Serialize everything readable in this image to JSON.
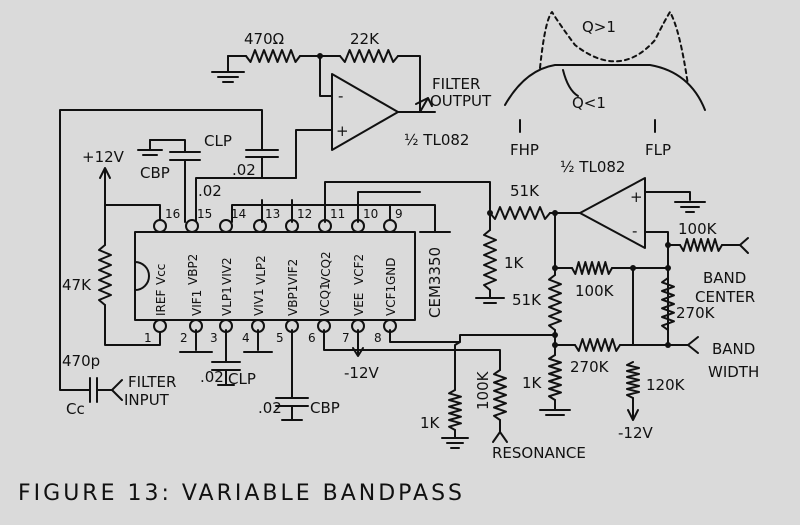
{
  "caption": "FIGURE 13: VARIABLE BANDPASS",
  "ic": {
    "part": "CEM3350",
    "top_pins": [
      {
        "num": "16",
        "name": "Vcc"
      },
      {
        "num": "15",
        "name": "VBP2"
      },
      {
        "num": "14",
        "name": "VIV2"
      },
      {
        "num": "13",
        "name": "VLP2"
      },
      {
        "num": "12",
        "name": "VIF2"
      },
      {
        "num": "11",
        "name": "VCQ2"
      },
      {
        "num": "10",
        "name": "VCF2"
      },
      {
        "num": "9",
        "name": "GND"
      }
    ],
    "bottom_pins": [
      {
        "num": "1",
        "name": "IREF"
      },
      {
        "num": "2",
        "name": "VIF1"
      },
      {
        "num": "3",
        "name": "VLP1"
      },
      {
        "num": "4",
        "name": "VIV1"
      },
      {
        "num": "5",
        "name": "VBP1"
      },
      {
        "num": "6",
        "name": "VCQ1"
      },
      {
        "num": "7",
        "name": "VEE"
      },
      {
        "num": "8",
        "name": "VCF1"
      }
    ]
  },
  "output_stage": {
    "r_in": "470Ω",
    "r_fb": "22K",
    "opamp": "½ TL082",
    "minus": "-",
    "plus": "+",
    "output_label_1": "FILTER",
    "output_label_2": "OUTPUT"
  },
  "control_stage": {
    "opamp": "½ TL082",
    "plus": "+",
    "minus": "-",
    "r_51k_in": "51K",
    "r_1k_shunt": "1K",
    "r_100k_center": "100K",
    "band_center_1": "BAND",
    "band_center_2": "CENTER",
    "r_100k_fb": "100K",
    "r_51k_div": "51K",
    "r_270k_vert": "270K",
    "r_270k_horiz": "270K",
    "band_width_1": "BAND",
    "band_width_2": "WIDTH",
    "r_1k_div": "1K",
    "r_120k": "120K",
    "neg_supply": "-12V"
  },
  "components": {
    "supply_pos": "+12V",
    "supply_neg_pin7": "-12V",
    "c_lp_top": "CLP",
    "c_lp_top_val": ".02",
    "c_bp_top": "CBP",
    "c_bp_top_val": ".02",
    "r_47k": "47K",
    "c_470p": "470p",
    "cc": "Cc",
    "filter_input_1": "FILTER",
    "filter_input_2": "INPUT",
    "c_lp_bot_val": ".02",
    "c_lp_bot": "CLP",
    "c_bp_bot_val": ".02",
    "c_bp_bot": "CBP",
    "r_1k_res": "1K",
    "r_100k_res": "100K",
    "resonance": "RESONANCE"
  },
  "response_plot": {
    "q_high": "Q>1",
    "q_low": "Q<1",
    "f_hp": "FHP",
    "f_lp": "FLP"
  }
}
